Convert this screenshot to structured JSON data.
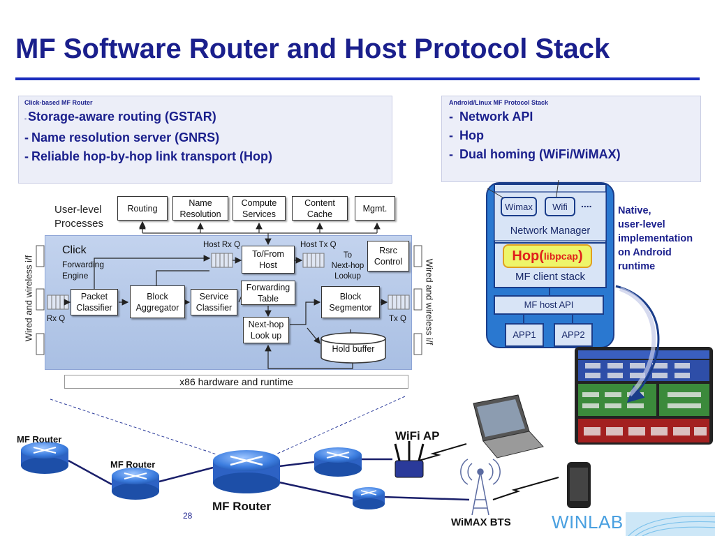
{
  "title": "MF Software Router and Host Protocol Stack",
  "left_box": {
    "heading": "Click-based MF Router",
    "items": [
      {
        "dash": "-",
        "text": "Storage-aware routing (GSTAR)"
      },
      {
        "dash": "-",
        "text": "Name resolution server  (GNRS)"
      },
      {
        "dash": "-",
        "text": "Reliable hop-by-hop link transport (Hop)"
      }
    ]
  },
  "right_box": {
    "heading": "Android/Linux MF Protocol Stack",
    "items": [
      {
        "dash": "-",
        "text": "Network API"
      },
      {
        "dash": "-",
        "text": "Hop"
      },
      {
        "dash": "-",
        "text": "Dual homing (WiFi/WiMAX)"
      }
    ]
  },
  "router_diagram": {
    "user_level_label": [
      "User-level",
      "Processes"
    ],
    "user_modules": {
      "routing": "Routing",
      "name_resolution": [
        "Name",
        "Resolution"
      ],
      "compute_services": [
        "Compute",
        "Services"
      ],
      "content_cache": [
        "Content",
        "Cache"
      ],
      "mgmt": "Mgmt."
    },
    "click_label": "Click",
    "forwarding_engine": [
      "Forwarding",
      "Engine"
    ],
    "host_rx_q": "Host Rx Q",
    "host_tx_q": "Host Tx Q",
    "to_from_host": [
      "To/From",
      "Host"
    ],
    "to_next_hop_lookup": [
      "To",
      "Next-hop",
      "Lookup"
    ],
    "rsrc_control": [
      "Rsrc",
      "Control"
    ],
    "packet_classifier": [
      "Packet",
      "Classifier"
    ],
    "block_aggregator": [
      "Block",
      "Aggregator"
    ],
    "service_classifier": [
      "Service",
      "Classifier"
    ],
    "forwarding_table": [
      "Forwarding",
      "Table"
    ],
    "block_segmentor": [
      "Block",
      "Segmentor"
    ],
    "next_hop_lookup": [
      "Next-hop",
      "Look up"
    ],
    "hold_buffer": "Hold buffer",
    "rx_q": "Rx Q",
    "tx_q": "Tx Q",
    "wired_left": "Wired and wireless i/f",
    "wired_right": "Wired and wireless i/f",
    "hw_bar": "x86 hardware and runtime"
  },
  "phone_stack": {
    "wimax": "Wimax",
    "wifi": "Wifi",
    "dots": "....",
    "network_manager": "Network Manager",
    "hop_main": "Hop(",
    "hop_sub": "libpcap",
    "hop_close": ")",
    "mf_client_stack": "MF client stack",
    "mf_host_api": "MF host API",
    "app1": "APP1",
    "app2": "APP2",
    "native_note": [
      "Native,",
      "user-level",
      "implementation",
      "on Android",
      "runtime"
    ]
  },
  "network": {
    "mf_router_1": "MF Router",
    "mf_router_2": "MF Router",
    "mf_router_main": "MF Router",
    "wifi_ap": "WiFi AP",
    "wimax_bts": "WiMAX BTS"
  },
  "page_number": "28",
  "logo": "WINLAB",
  "colors": {
    "title": "#1a1f8c",
    "rule": "#1a2dbd",
    "phone_blue": "#2a78d0",
    "hop_red": "#e0201c",
    "hop_fill": "#eef56a"
  }
}
